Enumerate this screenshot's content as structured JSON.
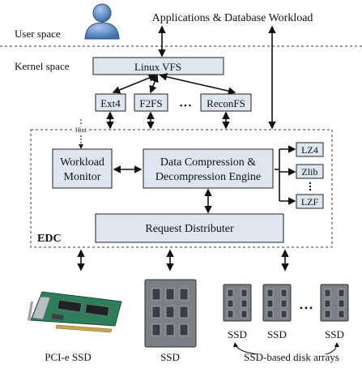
{
  "labels": {
    "workload": "Applications & Database Workload",
    "user_space": "User space",
    "kernel_space": "Kernel space",
    "vfs": "Linux VFS",
    "fs1": "Ext4",
    "fs2": "F2FS",
    "fs_ellipsis": "▪ ▪ ▪",
    "fs3": "ReconFS",
    "hint": "Hint",
    "workload_monitor_1": "Workload",
    "workload_monitor_2": "Monitor",
    "engine_1": "Data Compression &",
    "engine_2": "Decompression Engine",
    "lz4": "LZ4",
    "zlib": "Zlib",
    "lzf": "LZF",
    "distributer": "Request Distributer",
    "edc": "EDC",
    "pcie_ssd": "PCI-e SSD",
    "ssd_center": "SSD",
    "ssd_a": "SSD",
    "ssd_b": "SSD",
    "ssd_c": "SSD",
    "disk_arrays": "SSD-based disk arrays",
    "array_ellipsis": "▪ ▪ ▪"
  },
  "icons": {
    "user": "user-silhouette-icon",
    "pcie_card": "pcie-ssd-card-icon",
    "ssd": "ssd-drive-icon"
  },
  "colors": {
    "box_fill": "#dde6f1",
    "user_icon": "#4f7fbf",
    "pcb_green": "#2f7d5a"
  }
}
